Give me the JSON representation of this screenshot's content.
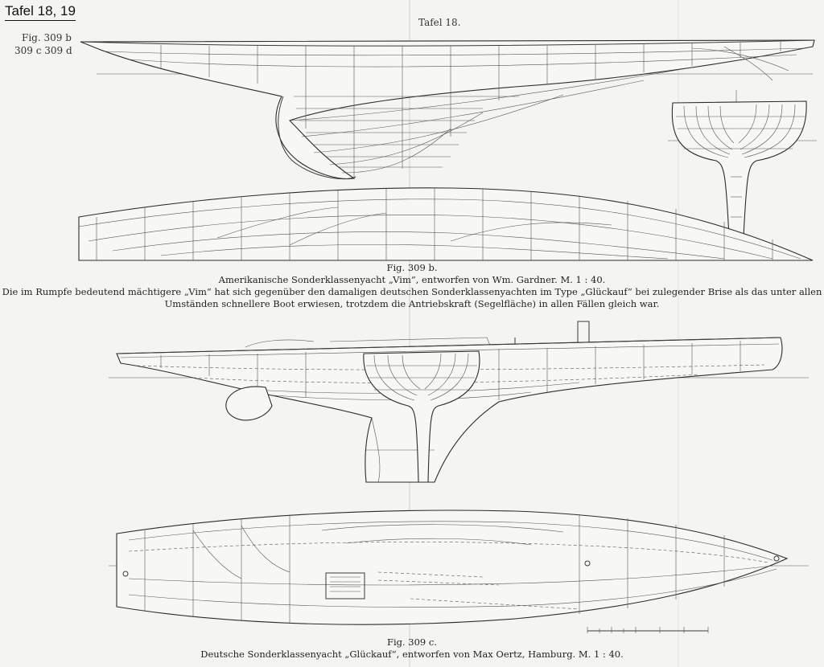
{
  "header": {
    "plate_label": "Tafel 18, 19",
    "fig_ref_line1": "Fig. 309 b",
    "fig_ref_line2": "309 c 309 d",
    "plate_title": "Tafel 18."
  },
  "fig_309b": {
    "label": "Fig. 309 b.",
    "title": "Amerikanische Sonderklassenyacht „Vim“, entworfen von Wm. Gardner. M. 1 : 40.",
    "description_line1": "Die im Rumpfe bedeutend mächtigere „Vim“ hat sich gegenüber den damaligen deutschen Sonderklassenyachten im Type „Glückauf“ bei zulegender Brise als das unter allen",
    "description_line2": "Umständen schnellere Boot erwiesen, trotzdem die Antriebskraft (Segelfläche) in allen Fällen gleich war."
  },
  "fig_309c": {
    "label": "Fig. 309 c.",
    "title": "Deutsche Sonderklassenyacht „Glückauf“, entworfen von Max Oertz, Hamburg. M. 1 : 40."
  }
}
